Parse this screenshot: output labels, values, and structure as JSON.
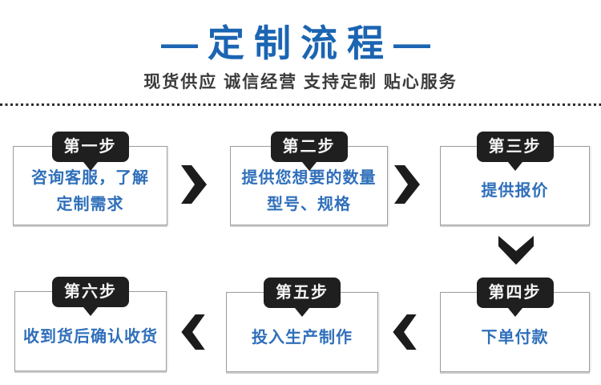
{
  "header": {
    "title": "—定制流程—",
    "subtitle": "现货供应 诚信经营 支持定制 贴心服务"
  },
  "steps": [
    {
      "tag": "第一步",
      "lines": [
        "咨询客服，了解",
        "定制需求"
      ]
    },
    {
      "tag": "第二步",
      "lines": [
        "提供您想要的数量",
        "型号、规格"
      ]
    },
    {
      "tag": "第三步",
      "lines": [
        "提供报价"
      ]
    },
    {
      "tag": "第四步",
      "lines": [
        "下单付款"
      ]
    },
    {
      "tag": "第五步",
      "lines": [
        "投入生产制作"
      ]
    },
    {
      "tag": "第六步",
      "lines": [
        "收到货后确认收货"
      ]
    }
  ],
  "flow": {
    "order": [
      "第一步",
      "第二步",
      "第三步",
      "第四步",
      "第五步",
      "第六步"
    ],
    "top_row_direction": "left-to-right",
    "bottom_row_direction": "right-to-left"
  },
  "icons": {
    "forward_arrow": "chevron-right-icon",
    "down_arrow": "chevron-down-icon",
    "back_arrow": "chevron-left-icon"
  },
  "colors": {
    "title_blue": "#1b65b2",
    "step_text_blue": "#2f6fba",
    "subtitle_gray": "#3b3b3b",
    "tag_background": "#1f1f1f",
    "tag_text": "#f5f5f5",
    "box_border": "#9b9b9b",
    "arrow_black": "#1c1c1c",
    "background": "#ffffff"
  }
}
